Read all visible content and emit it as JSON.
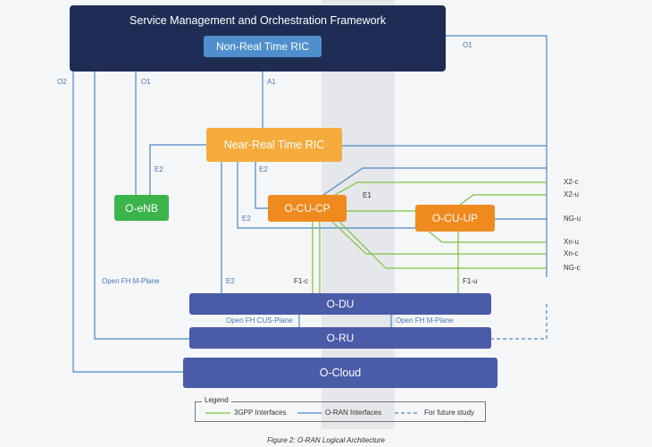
{
  "nodes": {
    "smo": "Service Management and Orchestration Framework",
    "non_rt_ric": "Non-Real Time RIC",
    "near_rt_ric": "Near-Real Time RIC",
    "o_enb": "O-eNB",
    "o_cu_cp": "O-CU-CP",
    "o_cu_up": "O-CU-UP",
    "o_du": "O-DU",
    "o_ru": "O-RU",
    "o_cloud": "O-Cloud"
  },
  "interfaces": {
    "o1_right": "O1",
    "o1_left": "O1",
    "o2": "O2",
    "a1": "A1",
    "e2_oenb": "E2",
    "e2_cucp": "E2",
    "e2_cuup": "E2",
    "e2_du": "E2",
    "e1": "E1",
    "f1_c": "F1-c",
    "f1_u": "F1-u",
    "open_fh_m_plane_left": "Open FH M-Plane",
    "open_fh_cus_plane": "Open FH CUS-Plane",
    "open_fh_m_plane_right": "Open FH M-Plane",
    "x2_c": "X2-c",
    "x2_u": "X2-u",
    "ng_u": "NG-u",
    "xn_u": "Xn-u",
    "xn_c": "Xn-c",
    "ng_c": "NG-c"
  },
  "legend": {
    "title": "Legend",
    "gpp": "3GPP Interfaces",
    "oran": "O-RAN Interfaces",
    "future": "For future study"
  },
  "caption": "Figure 2: O-RAN Logical Architecture",
  "colors": {
    "smo": "#1f2d55",
    "non_rt_ric": "#4f8fce",
    "near_rt_ric": "#f5ac3c",
    "o_enb": "#3bb54a",
    "o_cu": "#ef8a1e",
    "o_du_ru_cloud": "#4a5ba8",
    "oran_line": "#4a88c8",
    "gpp_line": "#7cc242"
  }
}
